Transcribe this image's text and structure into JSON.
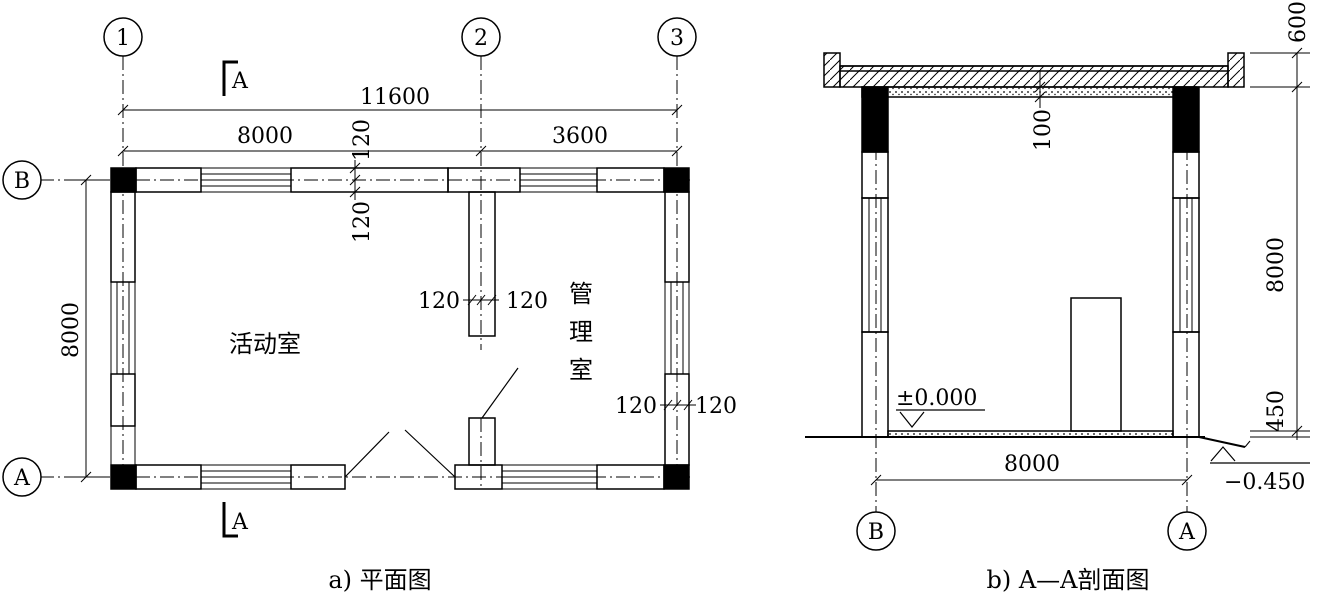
{
  "plan": {
    "axes": {
      "a1": "1",
      "a2": "2",
      "a3": "3",
      "aB": "B",
      "aA": "A"
    },
    "section_marks": {
      "top": "A",
      "bottom": "A"
    },
    "dims": {
      "overall": "11600",
      "left_bay": "8000",
      "right_bay": "3600",
      "wall_top_upper": "120",
      "wall_top_lower": "120",
      "partition_left": "120",
      "partition_right": "120",
      "east_wall_left": "120",
      "east_wall_right": "120",
      "depth": "8000"
    },
    "rooms": {
      "activity": "活动室",
      "mgmt_1": "管",
      "mgmt_2": "理",
      "mgmt_3": "室"
    },
    "caption": "a) 平面图"
  },
  "section": {
    "dims": {
      "roof": "600",
      "slab": "100",
      "height": "8000",
      "plinth": "450",
      "span": "8000"
    },
    "levels": {
      "floor": "±0.000",
      "ground": "−0.450"
    },
    "axes": {
      "left": "B",
      "right": "A"
    },
    "caption": "b) A—A剖面图"
  }
}
